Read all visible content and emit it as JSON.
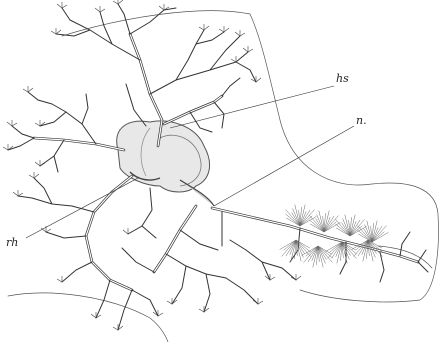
{
  "figure": {
    "labels": {
      "hs": "hs",
      "n": "n.",
      "rh": "rh"
    }
  }
}
